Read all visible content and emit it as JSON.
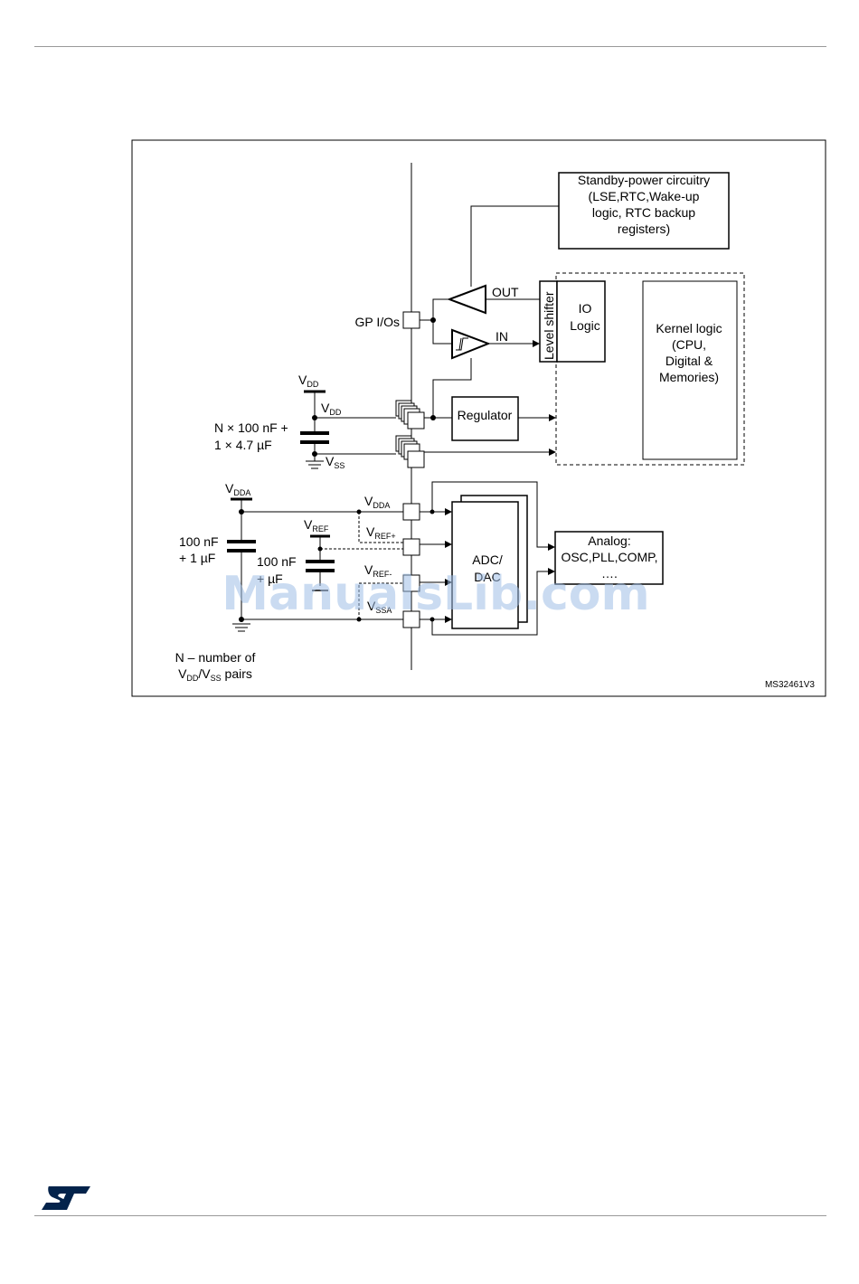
{
  "diagram": {
    "figure_ref": "MS32461V3",
    "standby": {
      "line1": "Standby-power circuitry",
      "line2": "(LSE,RTC,Wake-up",
      "line3": "logic, RTC backup",
      "line4": "registers)"
    },
    "out_label": "OUT",
    "in_label": "IN",
    "level_shifter": "Level shifter",
    "io_logic": {
      "line1": "IO",
      "line2": "Logic"
    },
    "kernel": {
      "line1": "Kernel logic",
      "line2": "(CPU,",
      "line3": "Digital &",
      "line4": "Memories)"
    },
    "gpio_label": "GP I/Os",
    "regulator": "Regulator",
    "vdd": {
      "main": "V",
      "sub": "DD"
    },
    "vss": {
      "main": "V",
      "sub": "SS"
    },
    "vdda": {
      "main": "V",
      "sub": "DDA"
    },
    "vssa": {
      "main": "V",
      "sub": "SSA"
    },
    "vref": {
      "main": "V",
      "sub": "REF"
    },
    "vref_plus": {
      "main": "V",
      "sub": "REF+"
    },
    "vref_minus": {
      "main": "V",
      "sub": "REF-"
    },
    "cap_main": {
      "line1": "N × 100 nF +",
      "line2": "1 × 4.7 µF"
    },
    "cap_vdda": {
      "line1": "100 nF",
      "line2": "+ 1 µF"
    },
    "cap_vref": {
      "line1": "100 nF",
      "line2": "+ µF"
    },
    "adc": {
      "line1": "ADC/",
      "line2": "DAC"
    },
    "analog": {
      "line1": "Analog:",
      "line2": "OSC,PLL,COMP,",
      "line3": "…."
    },
    "note": {
      "line1": "N – number of",
      "vdd": "V",
      "vdd_sub": "DD",
      "slash": "/V",
      "vss_sub": "SS",
      "tail": " pairs"
    },
    "watermark": "ManualsLib.com"
  },
  "logo": {
    "name": "st-logo",
    "color": "#03234b"
  }
}
